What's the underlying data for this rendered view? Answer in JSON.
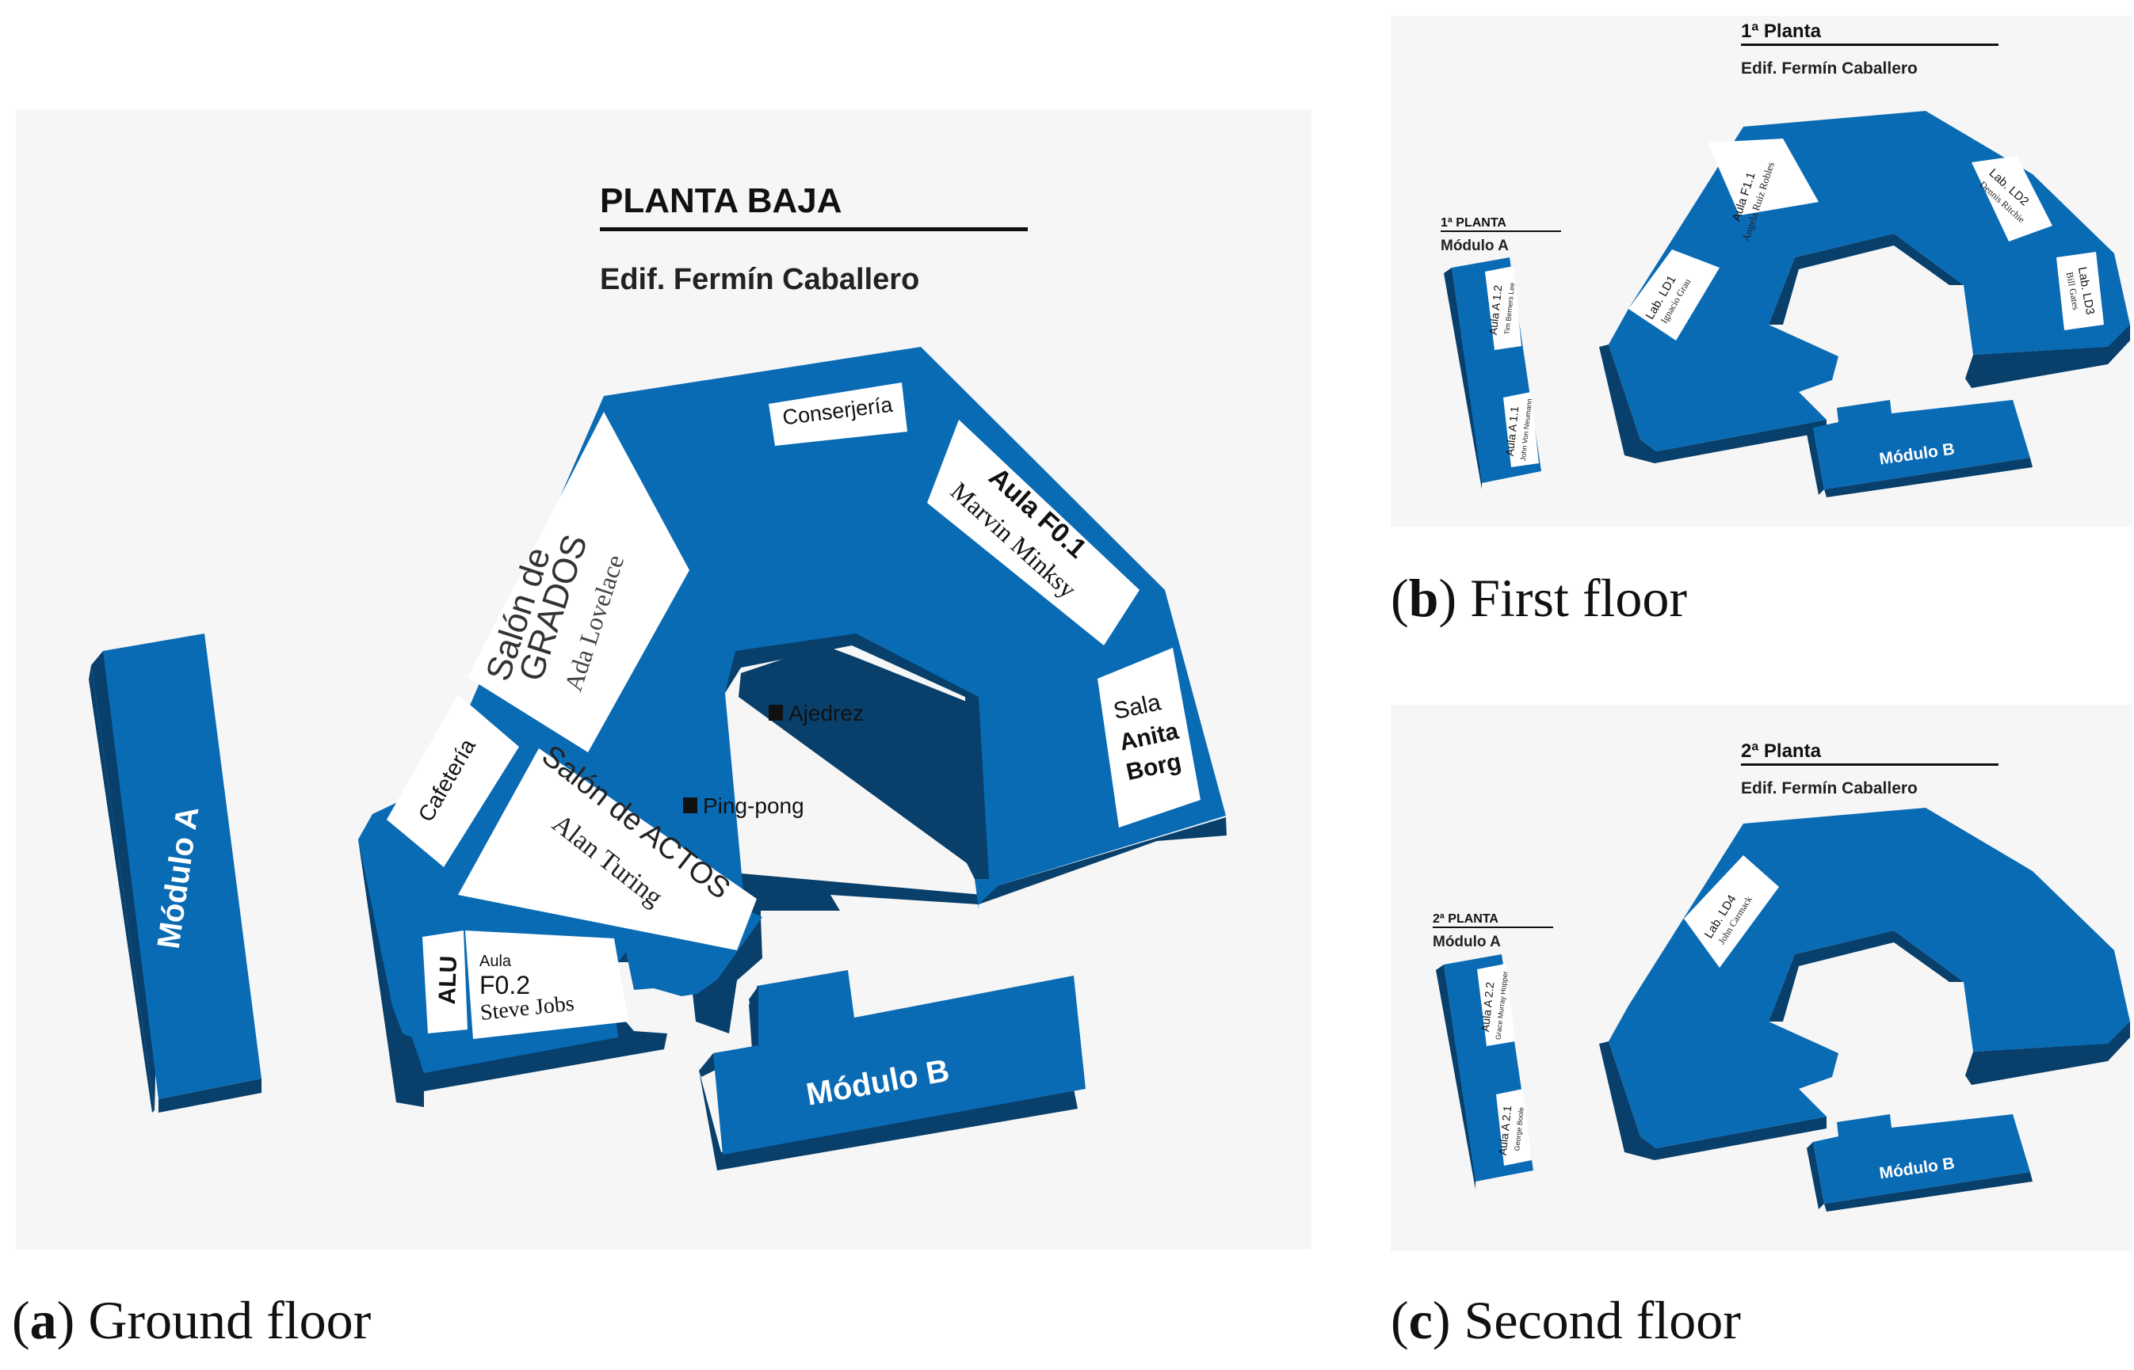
{
  "panels": {
    "a": {
      "caption_letter": "a",
      "caption_text": " Ground floor",
      "title": "PLANTA BAJA",
      "subtitle": "Edif. Fermín Caballero",
      "rooms": {
        "conserjeria": "Conserjería",
        "aula_f01_title": "Aula F0.1",
        "aula_f01_name": "Marvin Minksy",
        "salon_grados_line1": "Salón de",
        "salon_grados_line2": "GRADOS",
        "salon_grados_name": "Ada Lovelace",
        "cafeteria": "Cafetería",
        "salon_actos_line1": "Salón de ACTOS",
        "salon_actos_name": "Alan Turing",
        "alu": "ALU",
        "aula_f02_small": "Aula",
        "aula_f02_title": "F0.2",
        "aula_f02_name": "Steve Jobs",
        "sala_line1": "Sala",
        "sala_line2": "Anita",
        "sala_line3": "Borg",
        "modulo_a": "Módulo A",
        "modulo_b": "Módulo B"
      },
      "points": {
        "ajedrez": "Ajedrez",
        "pingpong": "Ping-pong"
      }
    },
    "b": {
      "caption_letter": "b",
      "caption_text": " First floor",
      "title": "1ª Planta",
      "subtitle": "Edif. Fermín Caballero",
      "modulo_a_title": "1ª PLANTA",
      "modulo_a_subtitle": "Módulo A",
      "rooms": {
        "aula_f11_title": "Aula F1.1",
        "aula_f11_name": "Ángela Ruiz Robles",
        "lab_ld1_title": "Lab. LD1",
        "lab_ld1_name": "Ignacio Grau",
        "lab_ld2_title": "Lab. LD2",
        "lab_ld2_name": "Dennis Ritchie",
        "lab_ld3_title": "Lab. LD3",
        "lab_ld3_name": "Bill Gates",
        "aula_a12_title": "Aula A 1.2",
        "aula_a12_name": "Tim Berners Lee",
        "aula_a11_title": "Aula A 1.1",
        "aula_a11_name": "John Von Neumann",
        "modulo_b": "Módulo B"
      }
    },
    "c": {
      "caption_letter": "c",
      "caption_text": " Second floor",
      "title": "2ª Planta",
      "subtitle": "Edif. Fermín Caballero",
      "modulo_a_title": "2ª PLANTA",
      "modulo_a_subtitle": "Módulo A",
      "rooms": {
        "lab_ld4_title": "Lab. LD4",
        "lab_ld4_name": "John Carmack",
        "aula_a22_title": "Aula A 2.2",
        "aula_a22_name": "Grace Murray Hopper",
        "aula_a21_title": "Aula A 2.1",
        "aula_a21_name": "George Boole",
        "modulo_b": "Módulo B"
      }
    }
  },
  "colors": {
    "building": "#0a6bb5",
    "building_shadow": "#083f6b",
    "room": "#ffffff",
    "background": "#f6f6f6"
  }
}
